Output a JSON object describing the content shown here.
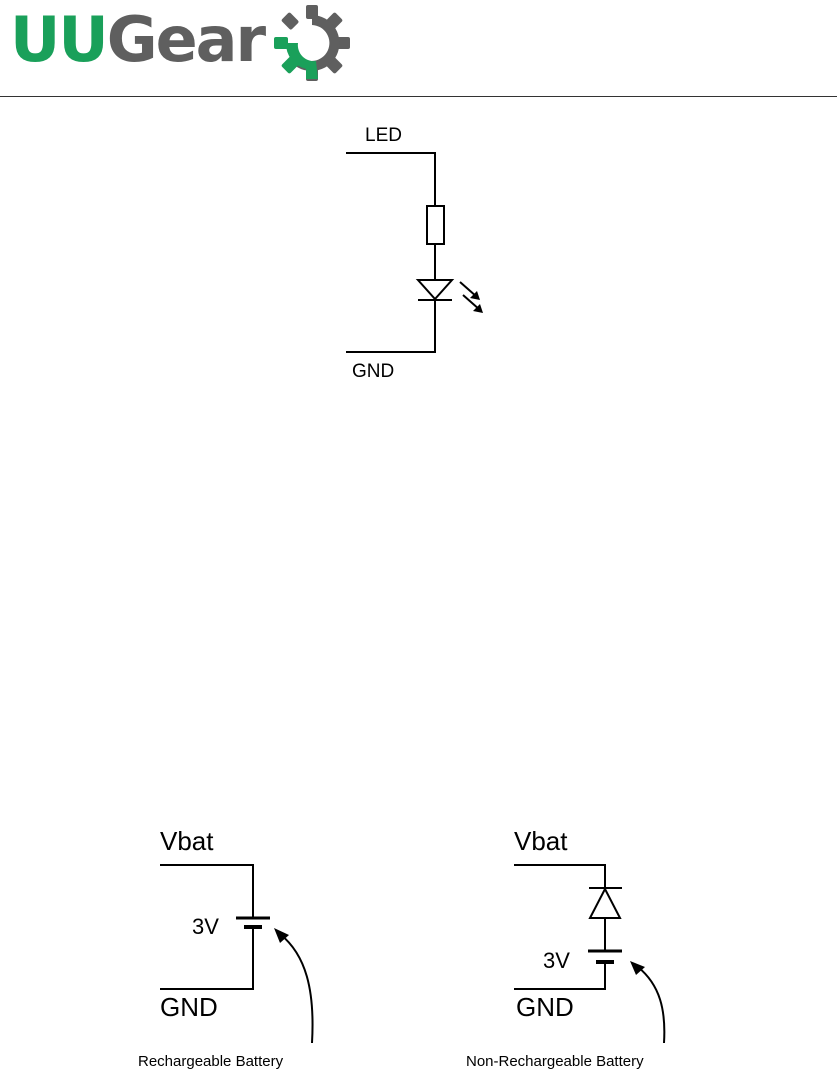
{
  "header": {
    "logo_part1": "UU",
    "logo_part2": "Gear",
    "logo_icon": "gear-icon",
    "colors": {
      "green": "#1aa05a",
      "gray": "#5f5f5f"
    }
  },
  "led_circuit": {
    "top_label": "LED",
    "bottom_label": "GND"
  },
  "rechargeable_circuit": {
    "top_label": "Vbat",
    "voltage_label": "3V",
    "bottom_label": "GND",
    "caption": "Rechargeable Battery"
  },
  "non_rechargeable_circuit": {
    "top_label": "Vbat",
    "voltage_label": "3V",
    "bottom_label": "GND",
    "caption": "Non-Rechargeable Battery"
  }
}
